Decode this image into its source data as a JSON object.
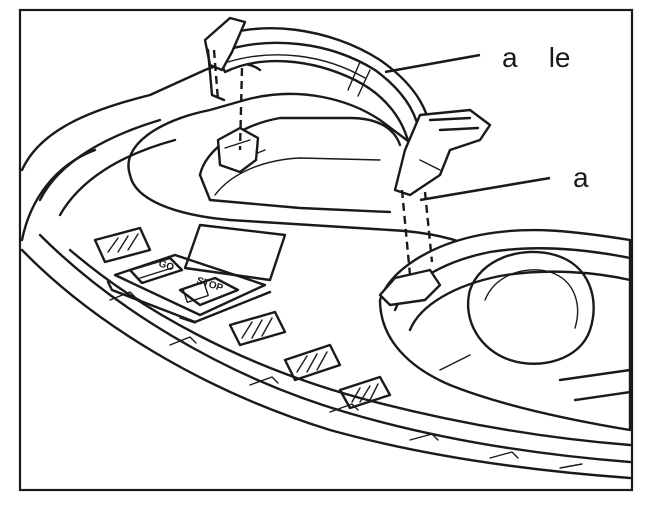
{
  "callouts": {
    "handle_label": "a    le",
    "pin_label": "a"
  },
  "buttons": {
    "go_label": "GO",
    "stop_label": "STOP"
  },
  "colors": {
    "line": "#1a1a1a",
    "background": "#ffffff"
  }
}
